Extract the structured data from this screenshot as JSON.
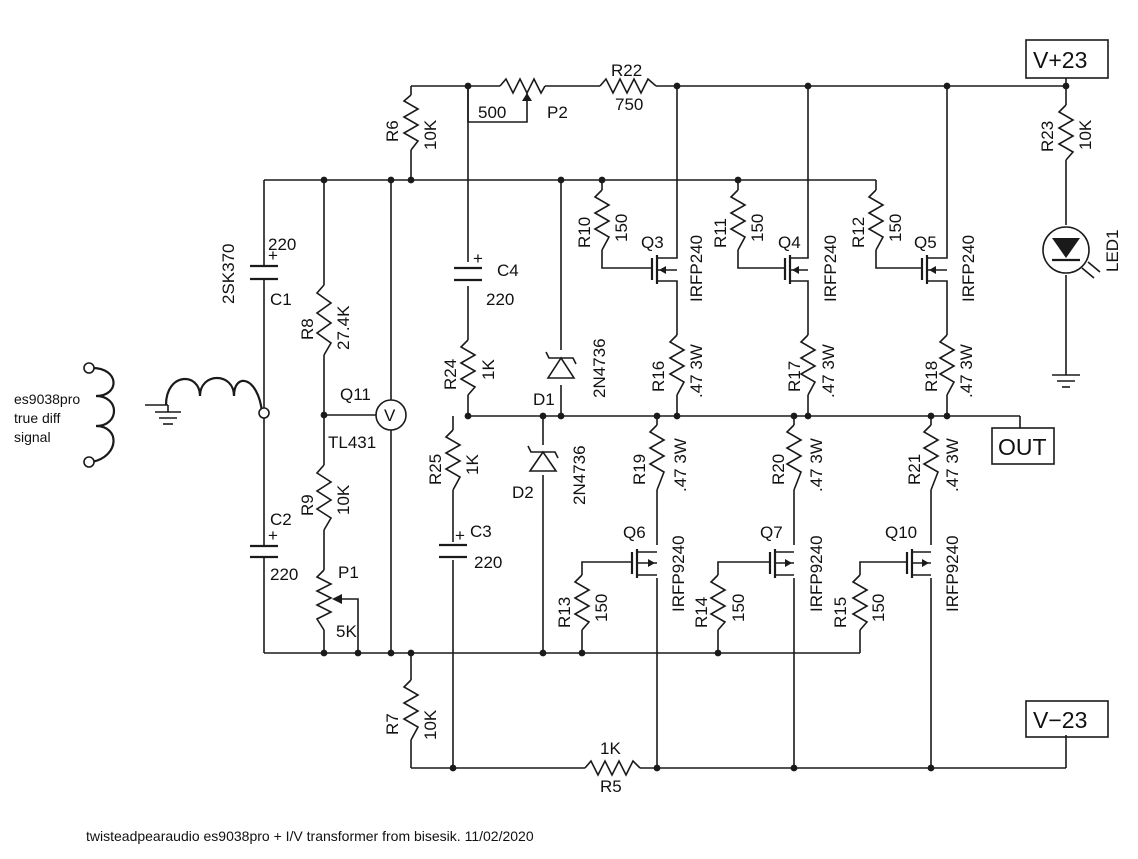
{
  "labels": {
    "vplus": "V+23",
    "vminus": "V−23",
    "out": "OUT",
    "src_line1": "es9038pro",
    "src_line2": "true diff",
    "src_line3": "signal",
    "r6": "R6",
    "r6v": "10K",
    "r7": "R7",
    "r7v": "10K",
    "p2v": "500",
    "p2": "P2",
    "r22": "R22",
    "r22v": "750",
    "r23": "R23",
    "r23v": "10K",
    "led1": "LED1",
    "jfet": "2SK370",
    "c1v": "220",
    "c1": "C1",
    "c2": "C2",
    "c2v": "220",
    "r8": "R8",
    "r8v": "27.4K",
    "q11": "Q11",
    "tl431": "TL431",
    "r9": "R9",
    "r9v": "10K",
    "p1": "P1",
    "p1v": "5K",
    "c4": "C4",
    "c4v": "220",
    "r24": "R24",
    "r24v": "1K",
    "r25": "R25",
    "r25v": "1K",
    "c3": "C3",
    "c3v": "220",
    "d1": "D1",
    "d1v": "2N4736",
    "d2": "D2",
    "d2v": "2N4736",
    "r10": "R10",
    "r10v": "150",
    "q3": "Q3",
    "q3v": "IRFP240",
    "r11": "R11",
    "r11v": "150",
    "q4": "Q4",
    "q4v": "IRFP240",
    "r12": "R12",
    "r12v": "150",
    "q5": "Q5",
    "q5v": "IRFP240",
    "r16": "R16",
    "r16v": ".47 3W",
    "r17": "R17",
    "r17v": ".47 3W",
    "r18": "R18",
    "r18v": ".47 3W",
    "r19": "R19",
    "r19v": ".47 3W",
    "r20": "R20",
    "r20v": ".47 3W",
    "r21": "R21",
    "r21v": ".47 3W",
    "q6": "Q6",
    "q6v": "IRFP9240",
    "q7": "Q7",
    "q7v": "IRFP9240",
    "q10": "Q10",
    "q10v": "IRFP9240",
    "r13": "R13",
    "r13v": "150",
    "r14": "R14",
    "r14v": "150",
    "r15": "R15",
    "r15v": "150",
    "r5": "R5",
    "r5v": "1K",
    "caption": "twisteadpearaudio es9038pro + I/V transformer from bisesik. 11/02/2020"
  },
  "plus_sign": "+",
  "vref_symbol": "V"
}
